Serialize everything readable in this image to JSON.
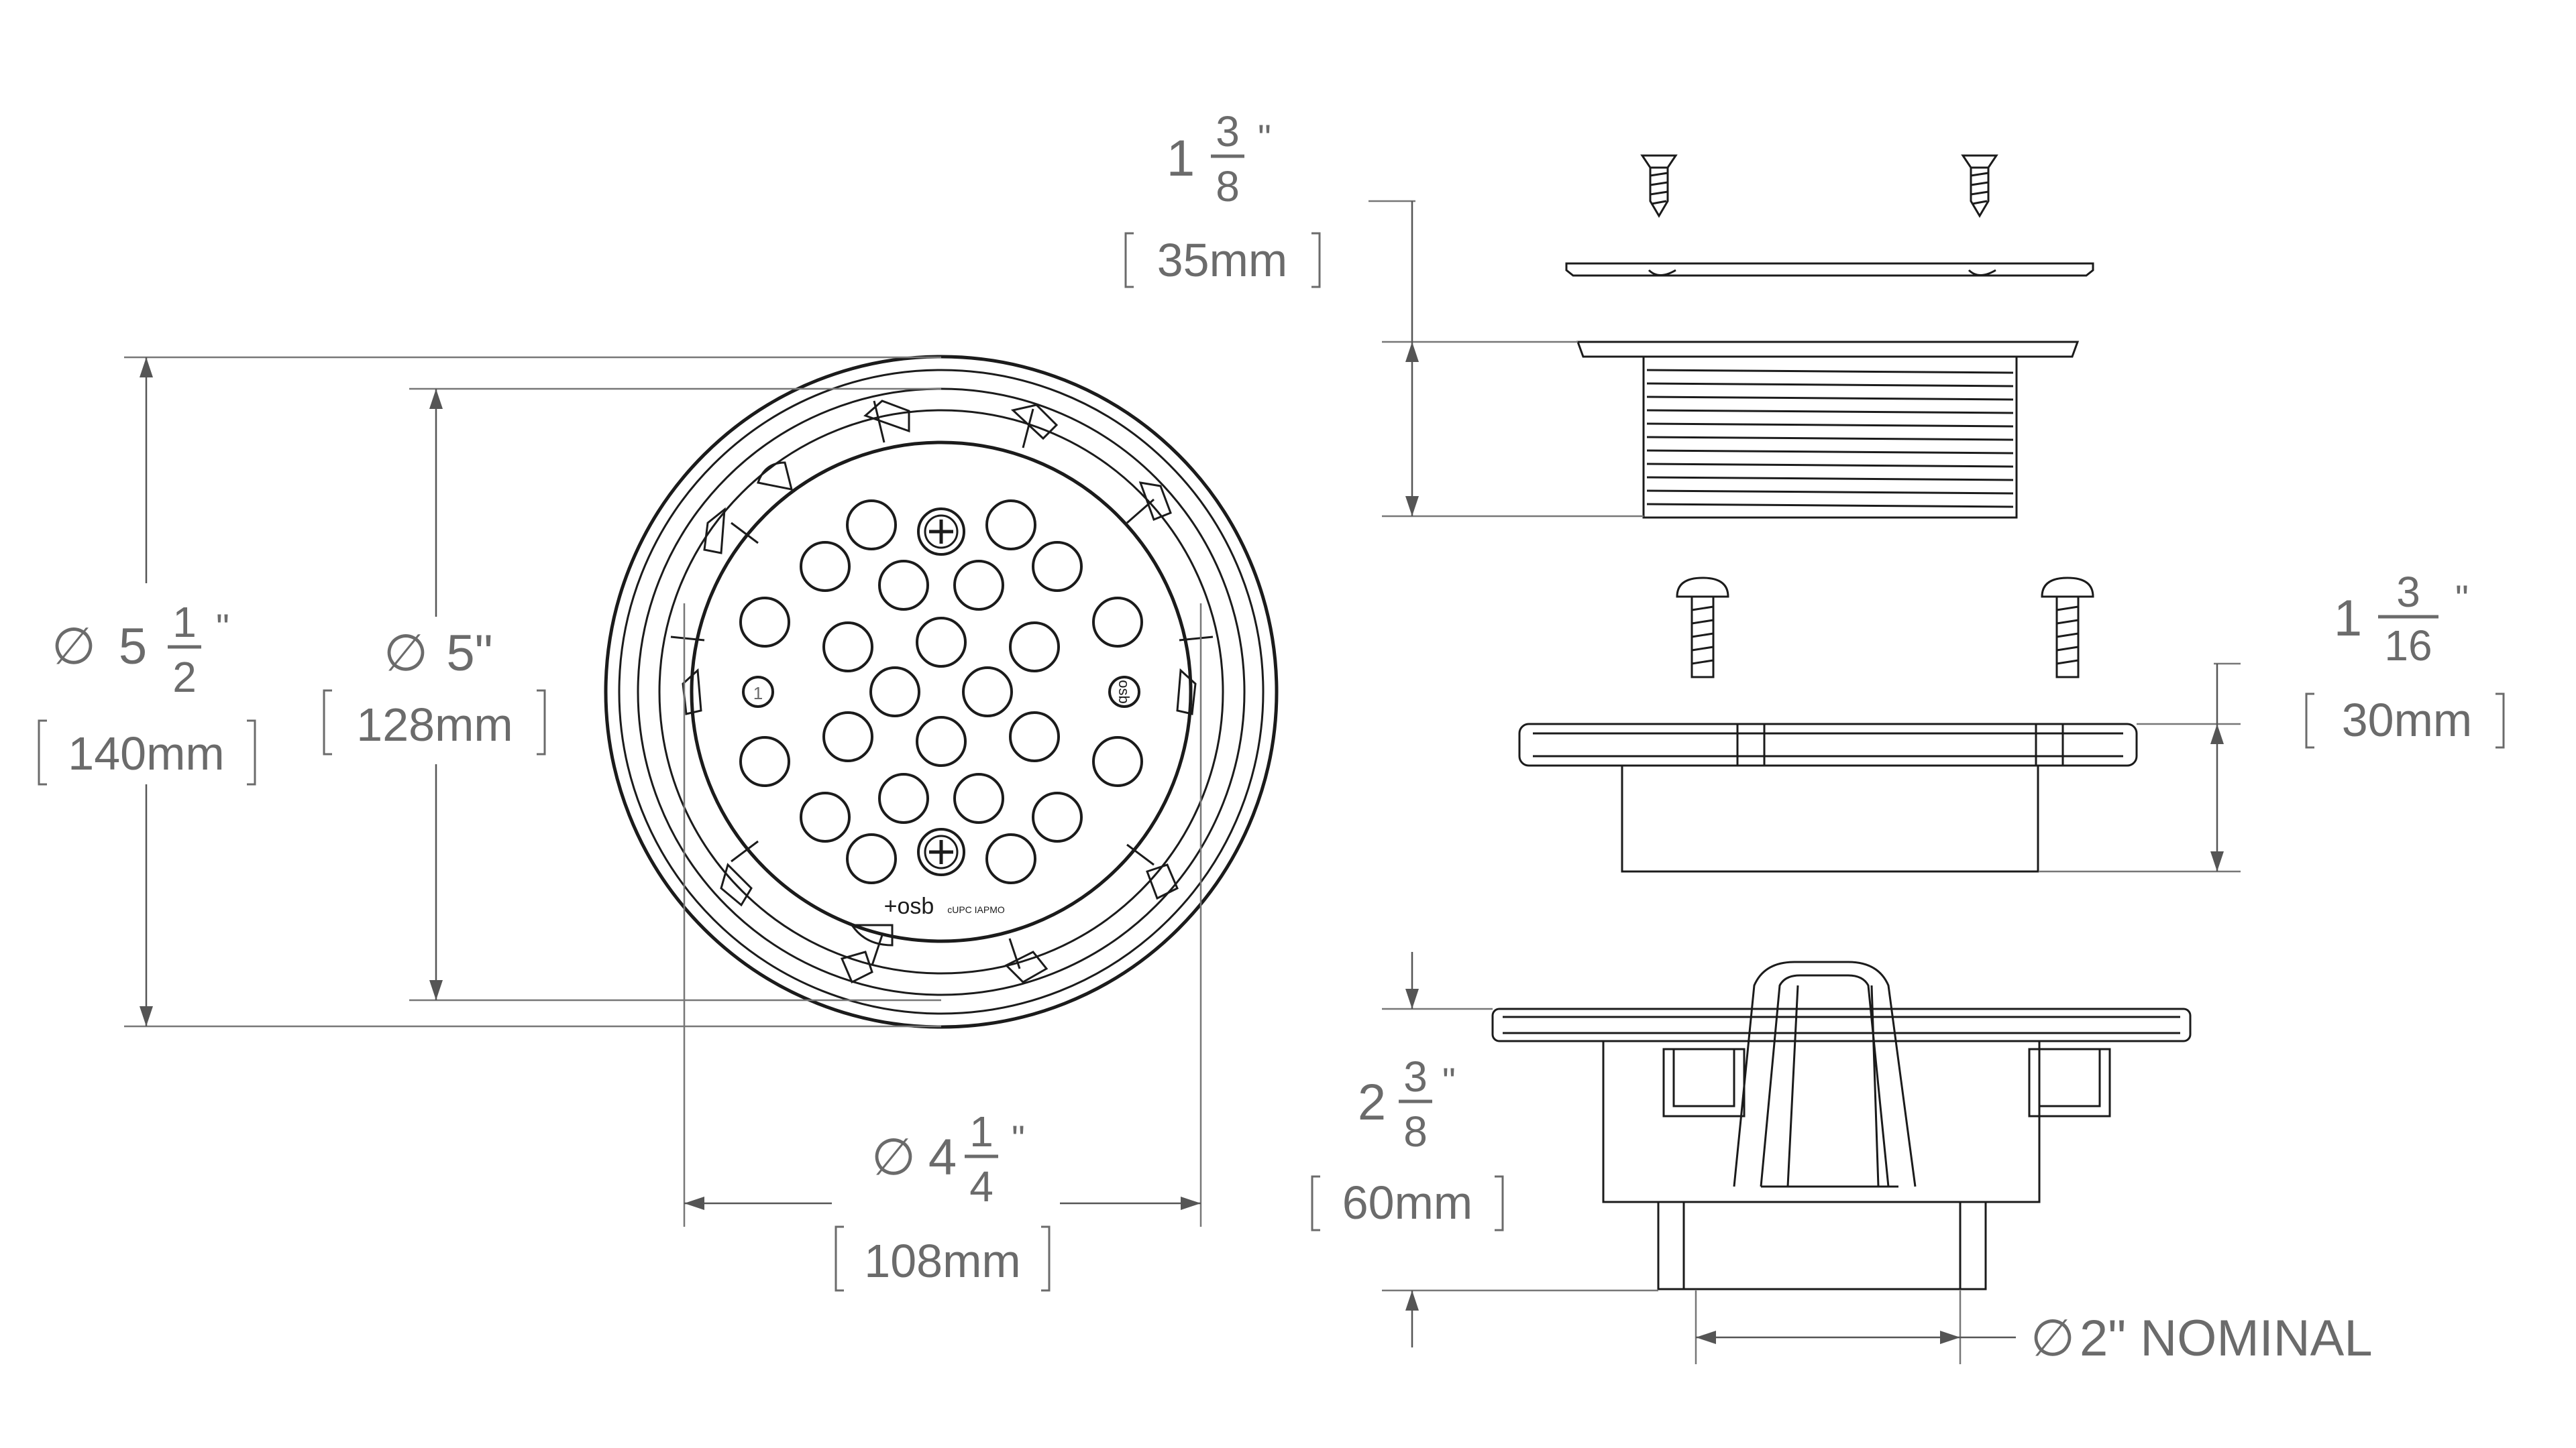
{
  "dimensions": {
    "outer_diameter": {
      "symbol": "∅",
      "whole": "5",
      "num": "1",
      "den": "2",
      "inch": "\"",
      "metric": "140mm"
    },
    "strainer_diameter": {
      "symbol": "∅",
      "value": "5\"",
      "metric": "128mm"
    },
    "inner_diameter": {
      "symbol": "∅",
      "whole": "4",
      "num": "1",
      "den": "4",
      "inch": "\"",
      "metric": "108mm"
    },
    "strainer_height": {
      "whole": "1",
      "num": "3",
      "den": "8",
      "inch": "\"",
      "metric": "35mm"
    },
    "ring_height": {
      "whole": "1",
      "num": "3",
      "den": "16",
      "inch": "\"",
      "metric": "30mm"
    },
    "body_height": {
      "whole": "2",
      "num": "3",
      "den": "8",
      "inch": "\"",
      "metric": "60mm"
    },
    "pipe_size": {
      "symbol": "∅",
      "text": "2\" NOMINAL"
    }
  },
  "strainer_marks": {
    "logo": "+osb",
    "hole_label": "1",
    "side_logo": "osb",
    "cert": "cUPC IAPMO"
  }
}
